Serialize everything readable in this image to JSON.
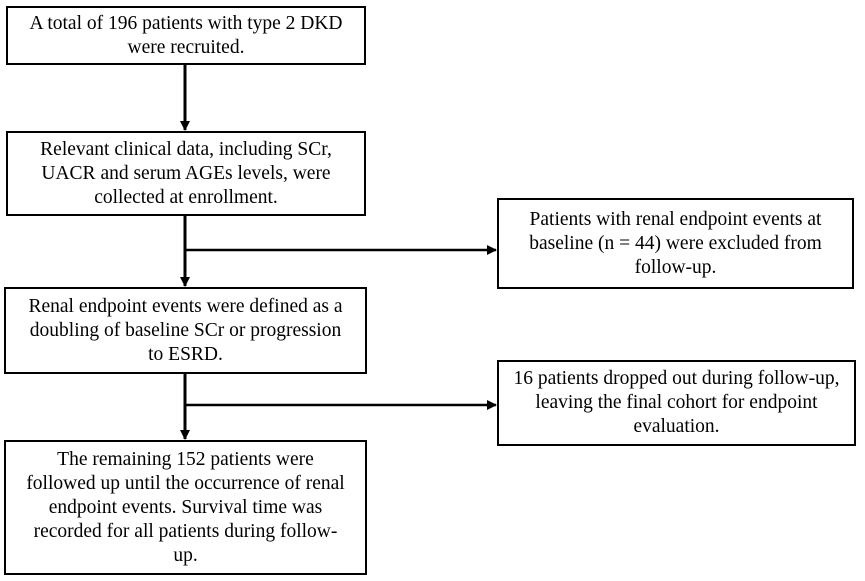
{
  "diagram": {
    "boxes": [
      {
        "id": "b1",
        "lines": [
          "A total of 196 patients with type 2 DKD",
          "were recruited."
        ]
      },
      {
        "id": "b2",
        "lines": [
          "Relevant clinical data, including SCr,",
          "UACR and serum AGEs levels, were",
          "collected at enrollment."
        ]
      },
      {
        "id": "b3",
        "lines": [
          "Patients with renal endpoint events at",
          "baseline (n = 44) were excluded from",
          "follow-up."
        ]
      },
      {
        "id": "b4",
        "lines": [
          "Renal endpoint events were defined as a",
          "doubling of baseline SCr or progression",
          "to ESRD."
        ]
      },
      {
        "id": "b5",
        "lines": [
          "16 patients dropped out during follow-up,",
          "leaving the final cohort for endpoint",
          "evaluation."
        ]
      },
      {
        "id": "b6",
        "lines": [
          "The remaining 152 patients were",
          "followed up until the occurrence of renal",
          "endpoint events. Survival time was",
          "recorded for all patients during follow-",
          "up."
        ]
      }
    ],
    "connections": [
      {
        "from": "b1",
        "to": "b2",
        "style": "arrow-down"
      },
      {
        "from": "b2",
        "to": "b4",
        "style": "arrow-down"
      },
      {
        "from": "b2",
        "to": "b3",
        "style": "branch-right"
      },
      {
        "from": "b4",
        "to": "b6",
        "style": "arrow-down"
      },
      {
        "from": "b4",
        "to": "b5",
        "style": "branch-right"
      }
    ]
  }
}
